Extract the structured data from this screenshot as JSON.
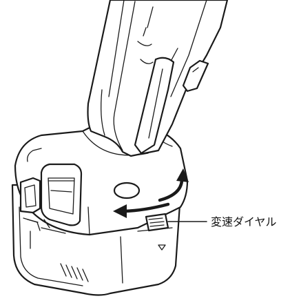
{
  "diagram": {
    "callout": {
      "label": "変速ダイヤル"
    }
  },
  "colors": {
    "line": "#1a1a1a",
    "background": "#ffffff"
  },
  "icons": [
    "rotation-arrow-right",
    "rotation-arrow-left"
  ]
}
